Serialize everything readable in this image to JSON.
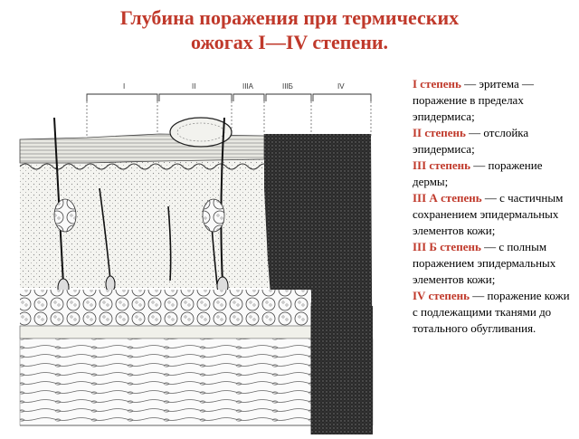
{
  "title": {
    "line1": "Глубина поражения при термических",
    "line2": "ожогах I—IV степени."
  },
  "figure": {
    "zone_labels": [
      "I",
      "II",
      "IIIА",
      "IIIБ",
      "IV"
    ]
  },
  "legend": [
    {
      "degree": "I  степень",
      "text": " — эритема — поражение в пределах эпидермиса;"
    },
    {
      "degree": "II  степень",
      "text": " — отслойка эпидермиса;"
    },
    {
      "degree": "III  степень",
      "text": " — поражение дермы;"
    },
    {
      "degree": "III А степень",
      "text": " — с частичным сохранением эпидермальных элементов кожи;"
    },
    {
      "degree": "III Б степень",
      "text": " — с полным поражением эпидермальных элементов кожи;"
    },
    {
      "degree": "IV  степень",
      "text": " — поражение кожи с подлежащими тканями до тотального обугливания."
    }
  ],
  "colors": {
    "title": "#c0392b",
    "degree_label": "#c0392b",
    "char": "#2a2a2a"
  }
}
